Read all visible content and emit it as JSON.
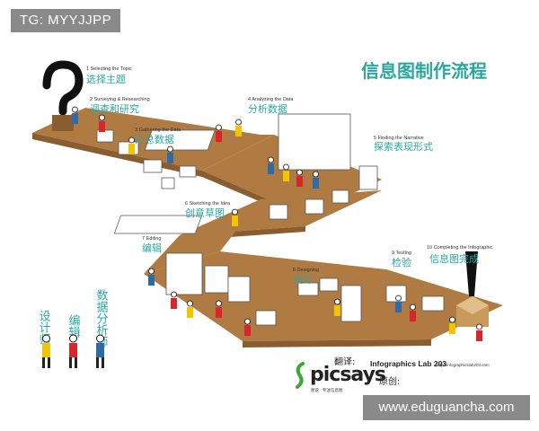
{
  "watermark_top": "TG: MYYJJPP",
  "watermark_bottom": "www.eduguancha.com",
  "title": "信息图制作流程",
  "steps": [
    {
      "en": "1 Selecting the Topic",
      "cn": "选择主题"
    },
    {
      "en": "2 Surveying & Researching",
      "cn": "调查和研究"
    },
    {
      "en": "3 Gathering the Data",
      "cn": "汇总数据"
    },
    {
      "en": "4 Analyzing the Data",
      "cn": "分析数据"
    },
    {
      "en": "5 Finding the Narrative",
      "cn": "探索表现形式"
    },
    {
      "en": "6 Sketching the Idea",
      "cn": "创意草图"
    },
    {
      "en": "7 Editing",
      "cn": "编辑"
    },
    {
      "en": "8 Designing",
      "cn": "设计"
    },
    {
      "en": "9 Testing",
      "cn": "检验"
    },
    {
      "en": "10 Completing the Infographic",
      "cn": "信息图完成"
    }
  ],
  "roles": [
    {
      "label": "设计师",
      "color": "#f2c500"
    },
    {
      "label": "编辑",
      "color": "#d9262b"
    },
    {
      "label": "数据分析师",
      "color": "#2e6aa8"
    }
  ],
  "credits": {
    "translated": "翻译:",
    "brand": "picsays",
    "brand_sub": "图说 · 专注信息图",
    "lab": "Infographics Lab 203",
    "lab_url": "http://infographicslab203.com",
    "original": "原创:"
  },
  "colors": {
    "teal": "#2aa7a0",
    "floor": "#b07b43",
    "floor_dark": "#8a5d2e",
    "yellow": "#f2c500",
    "red": "#d9262b",
    "blue": "#2e6aa8"
  }
}
